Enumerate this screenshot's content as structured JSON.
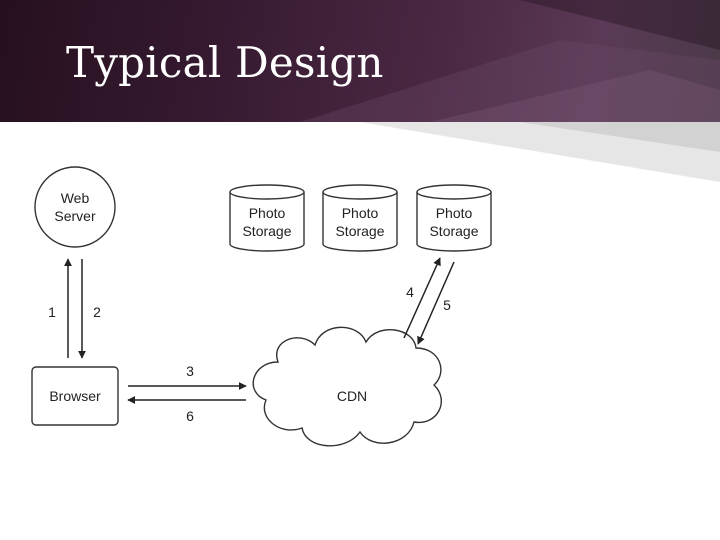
{
  "slide": {
    "title": "Typical Design"
  },
  "diagram": {
    "web_server": {
      "line1": "Web",
      "line2": "Server"
    },
    "browser": {
      "label": "Browser"
    },
    "cdn": {
      "label": "CDN"
    },
    "photo_storage": [
      {
        "line1": "Photo",
        "line2": "Storage"
      },
      {
        "line1": "Photo",
        "line2": "Storage"
      },
      {
        "line1": "Photo",
        "line2": "Storage"
      }
    ],
    "steps": {
      "s1": "1",
      "s2": "2",
      "s3": "3",
      "s4": "4",
      "s5": "5",
      "s6": "6"
    }
  },
  "colors": {
    "header_dark": "#26101f",
    "header_mid": "#4b2844",
    "title_text": "#ffffff",
    "stroke": "#333333"
  }
}
